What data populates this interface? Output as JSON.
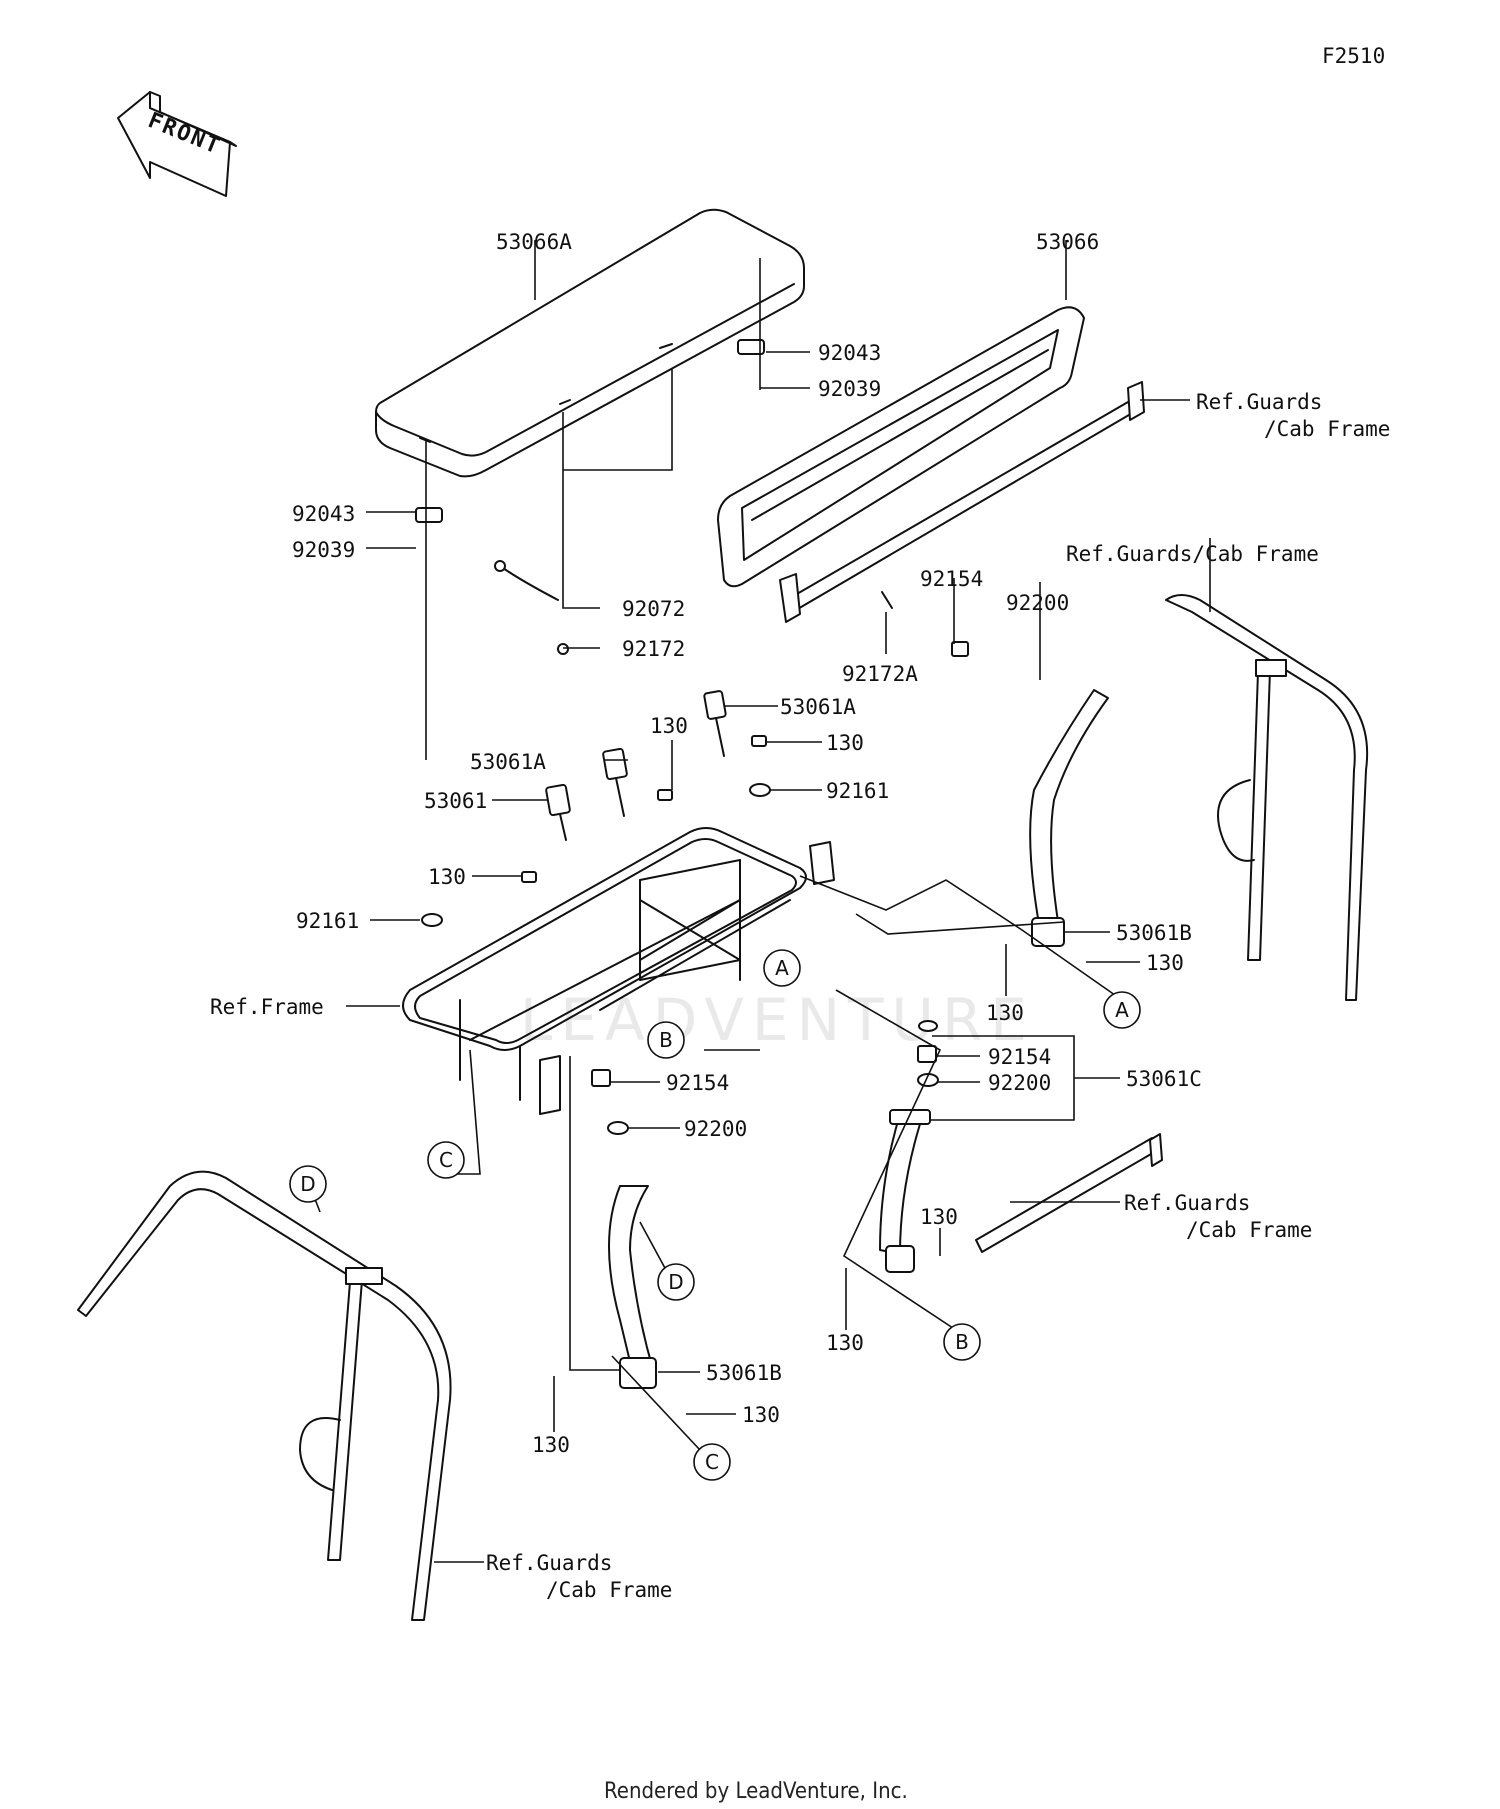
{
  "figure_code": "F2510",
  "front_arrow_text": "FRONT",
  "footer": "Rendered by LeadVenture, Inc.",
  "watermark": "LEADVENTURE",
  "part_labels": [
    {
      "id": "l1",
      "text": "53066A"
    },
    {
      "id": "l2",
      "text": "53066"
    },
    {
      "id": "l3",
      "text": "92043"
    },
    {
      "id": "l4",
      "text": "92039"
    },
    {
      "id": "l5",
      "text": "Ref.Guards"
    },
    {
      "id": "l6",
      "text": "/Cab Frame"
    },
    {
      "id": "l7",
      "text": "92043"
    },
    {
      "id": "l8",
      "text": "92039"
    },
    {
      "id": "l9",
      "text": "Ref.Guards/Cab Frame"
    },
    {
      "id": "l10",
      "text": "92072"
    },
    {
      "id": "l11",
      "text": "92172"
    },
    {
      "id": "l12",
      "text": "92154"
    },
    {
      "id": "l13",
      "text": "92200"
    },
    {
      "id": "l14",
      "text": "92172A"
    },
    {
      "id": "l15",
      "text": "53061A"
    },
    {
      "id": "l16",
      "text": "130"
    },
    {
      "id": "l17",
      "text": "130"
    },
    {
      "id": "l18",
      "text": "53061A"
    },
    {
      "id": "l19",
      "text": "92161"
    },
    {
      "id": "l20",
      "text": "53061"
    },
    {
      "id": "l21",
      "text": "130"
    },
    {
      "id": "l22",
      "text": "92161"
    },
    {
      "id": "l23",
      "text": "53061B"
    },
    {
      "id": "l24",
      "text": "130"
    },
    {
      "id": "l25",
      "text": "Ref.Frame"
    },
    {
      "id": "l26",
      "text": "130"
    },
    {
      "id": "l27",
      "text": "92154"
    },
    {
      "id": "l28",
      "text": "53061C"
    },
    {
      "id": "l29",
      "text": "92200"
    },
    {
      "id": "l30",
      "text": "92154"
    },
    {
      "id": "l31",
      "text": "92200"
    },
    {
      "id": "l32",
      "text": "Ref.Guards"
    },
    {
      "id": "l33",
      "text": "/Cab Frame"
    },
    {
      "id": "l34",
      "text": "130"
    },
    {
      "id": "l35",
      "text": "130"
    },
    {
      "id": "l36",
      "text": "53061B"
    },
    {
      "id": "l37",
      "text": "130"
    },
    {
      "id": "l38",
      "text": "130"
    },
    {
      "id": "l39",
      "text": "Ref.Guards"
    },
    {
      "id": "l40",
      "text": "/Cab Frame"
    }
  ],
  "callouts": [
    {
      "id": "cA1",
      "letter": "A"
    },
    {
      "id": "cA2",
      "letter": "A"
    },
    {
      "id": "cB1",
      "letter": "B"
    },
    {
      "id": "cB2",
      "letter": "B"
    },
    {
      "id": "cC1",
      "letter": "C"
    },
    {
      "id": "cC2",
      "letter": "C"
    },
    {
      "id": "cD1",
      "letter": "D"
    },
    {
      "id": "cD2",
      "letter": "D"
    }
  ]
}
